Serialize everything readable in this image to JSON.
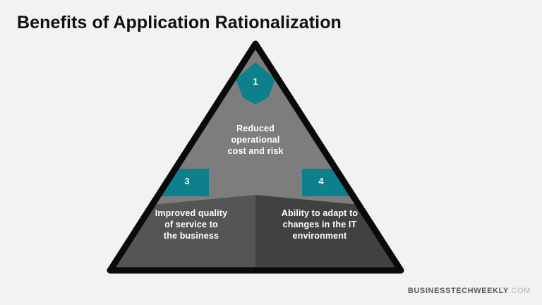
{
  "page": {
    "title": "Benefits of  Application Rationalization",
    "background_color": "#f2f2f2"
  },
  "diagram": {
    "type": "segmented-triangle",
    "outline_color": "#0a0a0a",
    "badge_color": "#0e7f8c",
    "badge_text_color": "#e9f7f9",
    "segments": [
      {
        "id": "top",
        "badge": "1",
        "text": "Reduced\noperational\ncost and risk",
        "fill_color": "#7d7d7d"
      },
      {
        "id": "bottom-left",
        "badge": "3",
        "text": "Improved quality\nof service to\nthe business",
        "fill_color": "#555555"
      },
      {
        "id": "bottom-right",
        "badge": "4",
        "text": "Ability to adapt to\nchanges in the IT\nenvironment",
        "fill_color": "#414141"
      }
    ]
  },
  "watermark": {
    "main": "BUSINESSTECHWEEKLY",
    "tld": ".COM"
  }
}
